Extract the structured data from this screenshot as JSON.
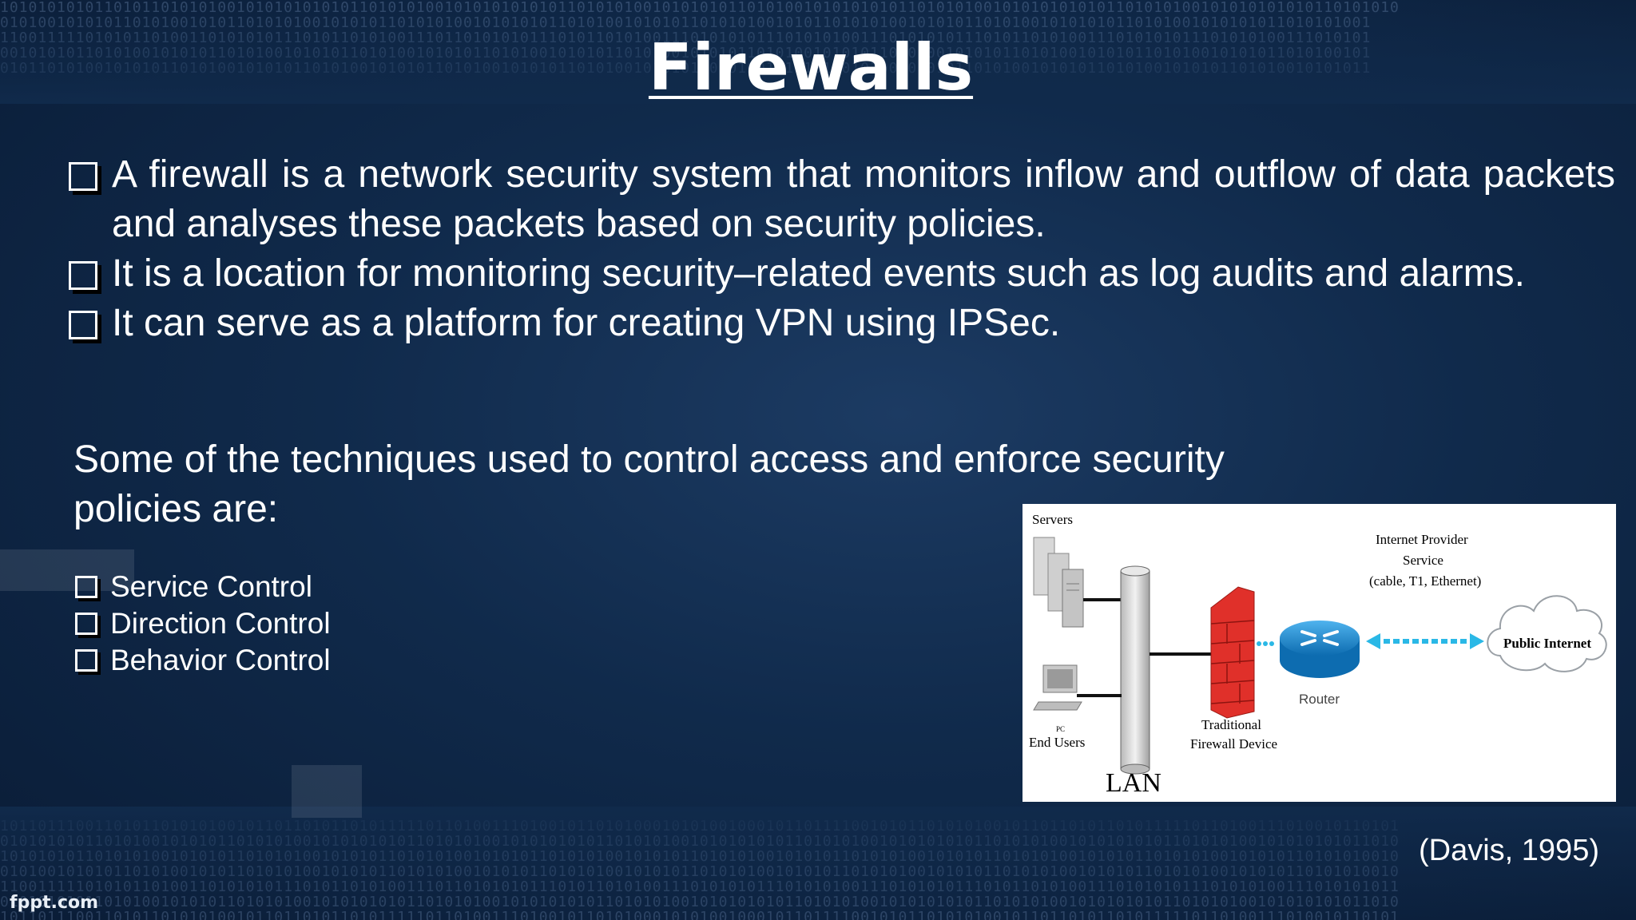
{
  "slide": {
    "title": "Firewalls",
    "bullets": [
      "A firewall is a network security system that monitors inflow and outflow of  data packets and analyses these packets based on security policies.",
      "It is a location for monitoring security–related events such as log audits and alarms.",
      "It can  serve as a platform for creating VPN using IPSec."
    ],
    "intro": "Some of the techniques used to control access and enforce security policies are:",
    "techniques": [
      "Service Control",
      "Direction Control",
      "Behavior Control"
    ],
    "citation": "(Davis, 1995)",
    "watermark": "fppt.com"
  },
  "diagram": {
    "servers": "Servers",
    "isp_line1": "Internet Provider",
    "isp_line2": "Service",
    "isp_line3": "(cable, T1, Ethernet)",
    "public_internet": "Public Internet",
    "router": "Router",
    "firewall_line1": "Traditional",
    "firewall_line2": "Firewall Device",
    "pc": "PC",
    "end_users": "End Users",
    "lan": "LAN"
  },
  "colors": {
    "background": "#102a4b",
    "firewall": "#e0302a",
    "router": "#1a8fd6",
    "arrow": "#2ab8e6"
  }
}
